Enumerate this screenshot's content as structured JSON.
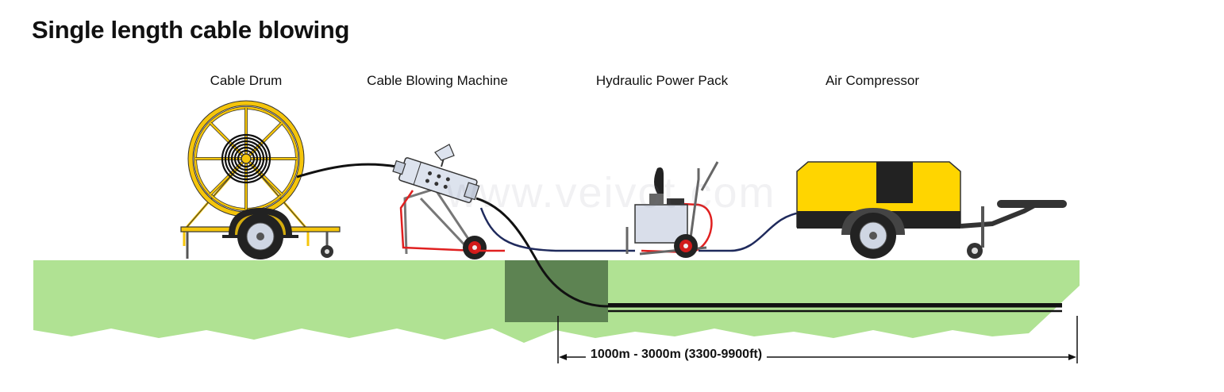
{
  "title": "Single length cable blowing",
  "equipment": {
    "cable_drum": "Cable Drum",
    "cable_blowing_machine": "Cable Blowing Machine",
    "hydraulic_power_pack": "Hydraulic Power Pack",
    "air_compressor": "Air Compressor"
  },
  "distance_label": "1000m - 3000m (3300-9900ft)",
  "watermark": "www.veivot.com",
  "colors": {
    "ground": "#b0e293",
    "pit": "#5d8352",
    "drum_frame": "#f5c50b",
    "compressor_body": "#ffd500",
    "cable": "#111111",
    "hydraulic_hose": "#e02020",
    "air_hose": "#1f2a5c",
    "machine_body": "#dde3ee"
  }
}
